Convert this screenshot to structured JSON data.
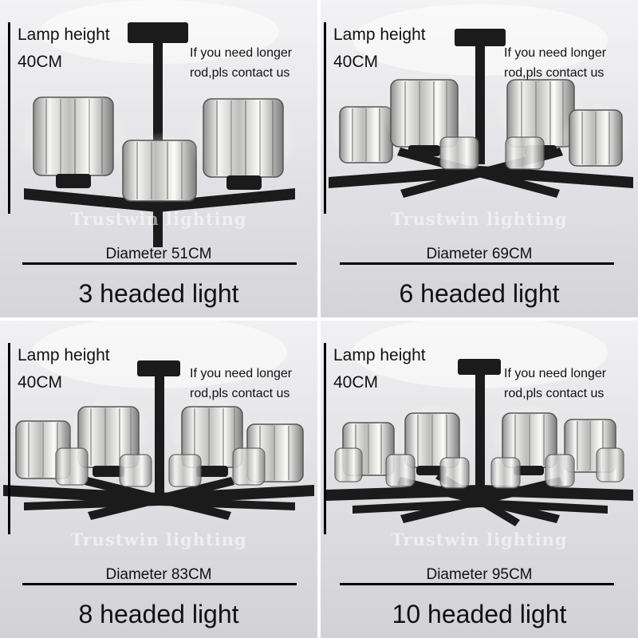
{
  "panels": [
    {
      "lamp_height_label": "Lamp height",
      "lamp_height_value": "40CM",
      "rod_note_line1": "If you need longer",
      "rod_note_line2": "rod,pls contact us",
      "diameter": "Diameter 51CM",
      "title": "3 headed light",
      "watermark": "Trustwin lighting",
      "arms": 3
    },
    {
      "lamp_height_label": "Lamp height",
      "lamp_height_value": "40CM",
      "rod_note_line1": "If you need longer",
      "rod_note_line2": "rod,pls contact us",
      "diameter": "Diameter 69CM",
      "title": "6 headed light",
      "watermark": "Trustwin lighting",
      "arms": 6
    },
    {
      "lamp_height_label": "Lamp height",
      "lamp_height_value": "40CM",
      "rod_note_line1": "If you need longer",
      "rod_note_line2": "rod,pls contact us",
      "diameter": "Diameter 83CM",
      "title": "8 headed light",
      "watermark": "Trustwin lighting",
      "arms": 8
    },
    {
      "lamp_height_label": "Lamp height",
      "lamp_height_value": "40CM",
      "rod_note_line1": "If you need longer",
      "rod_note_line2": "rod,pls contact us",
      "diameter": "Diameter 95CM",
      "title": "10 headed light",
      "watermark": "Trustwin lighting",
      "arms": 10
    }
  ],
  "colors": {
    "background_top": "#ececee",
    "background_bottom": "#d2d2d6",
    "metal": "#1b1b1b",
    "crystal": "#e9e7e2",
    "glow": "#fff6dc"
  }
}
